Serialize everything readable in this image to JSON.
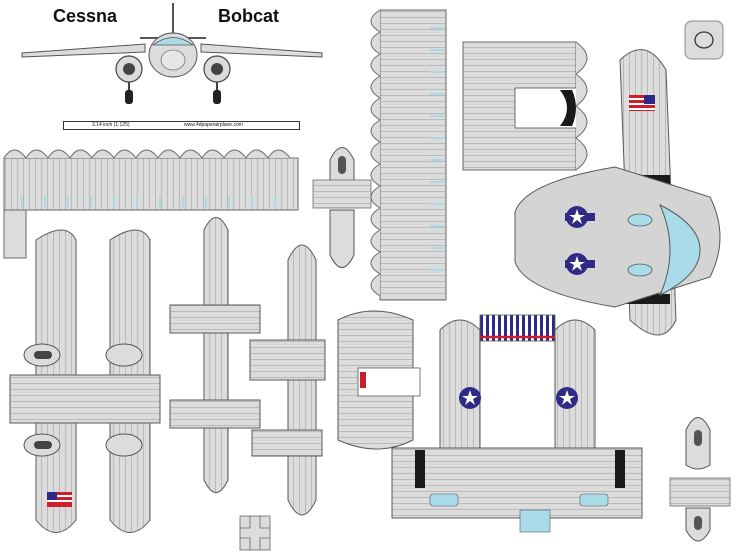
{
  "title": {
    "left": "Cessna",
    "right": "Bobcat"
  },
  "scale": {
    "label": "3.14 inch (1:125)",
    "url": "www.4dpaperairplane.com"
  },
  "colors": {
    "paper": "#dcdcdc",
    "outline": "#5a5a5a",
    "panel_line": "#9a9a9a",
    "glass": "#a9dbe9",
    "insignia_blue": "#2e2a86",
    "stripe_red": "#cc1f2a",
    "black": "#1a1a1a"
  },
  "icons": [
    "front-view-icon",
    "usa-flag-icon",
    "us-star-insignia-icon",
    "engine-nacelle-icon",
    "stand-icon"
  ]
}
